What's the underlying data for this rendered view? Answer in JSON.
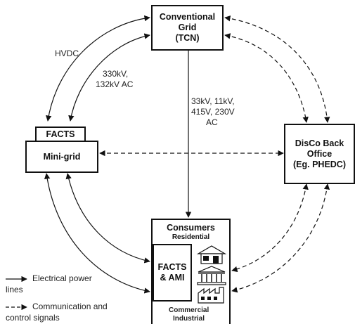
{
  "nodes": {
    "grid": {
      "title": "Conventional Grid",
      "subtitle": "(TCN)"
    },
    "facts_top": {
      "title": "FACTS"
    },
    "minigrid": {
      "title": "Mini-grid"
    },
    "disco": {
      "line1": "DisCo Back",
      "line2": "Office",
      "line3": "(Eg. PHEDC)"
    },
    "consumers": {
      "title": "Consumers",
      "residential": "Residential",
      "facts_ami_1": "FACTS",
      "facts_ami_2": "& AMI",
      "commercial": "Commercial",
      "industrial": "Industrial"
    }
  },
  "edge_labels": {
    "hvdc": "HVDC",
    "ac_transmission_1": "330kV,",
    "ac_transmission_2": "132kV AC",
    "distribution_1": "33kV, 11kV,",
    "distribution_2": "415V, 230V",
    "distribution_3": "AC"
  },
  "legend": {
    "electrical_1": "Electrical power",
    "electrical_2": "lines",
    "communication_1": "Communication and",
    "communication_2": "control signals"
  }
}
